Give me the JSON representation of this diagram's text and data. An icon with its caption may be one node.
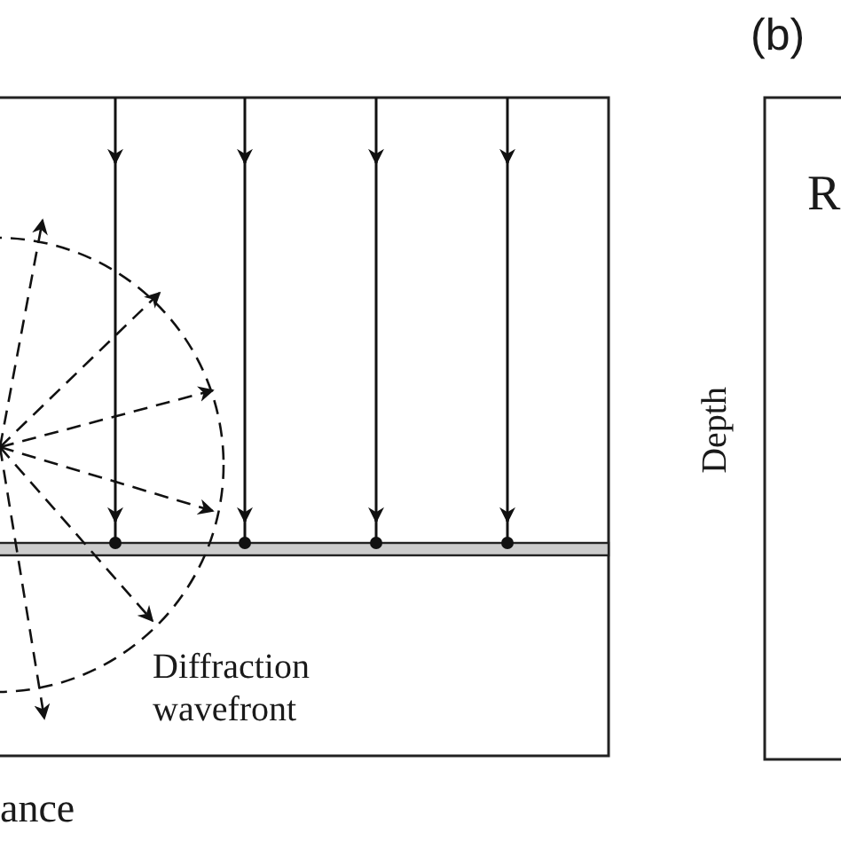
{
  "diagram": {
    "labels": [
      "(b)",
      "R",
      "Depth",
      "Diffraction wavefront",
      "ance"
    ]
  }
}
